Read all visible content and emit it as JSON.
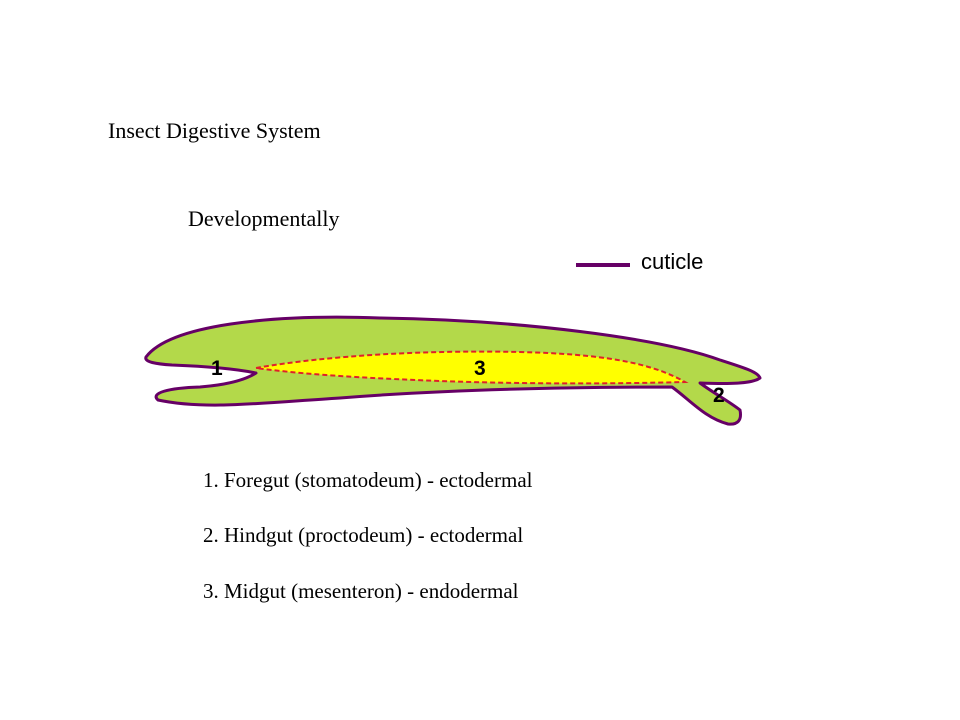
{
  "title": "Insect Digestive System",
  "subtitle": "Developmentally",
  "legend": {
    "label": "cuticle",
    "color": "#660066"
  },
  "diagram": {
    "body_color": "#b3d94a",
    "midgut_color": "#ffff00",
    "outline_color": "#660066",
    "midgut_border_color": "#e0202a",
    "labels": [
      "1",
      "3",
      "2"
    ]
  },
  "list": [
    "1. Foregut (stomatodeum) - ectodermal",
    "2. Hindgut (proctodeum) - ectodermal",
    "3. Midgut (mesenteron) - endodermal"
  ]
}
